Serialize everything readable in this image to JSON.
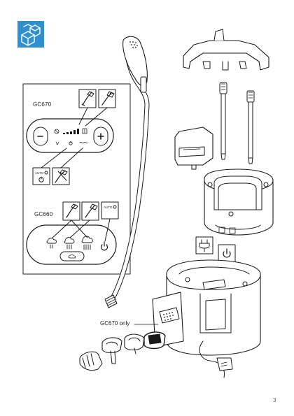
{
  "document": {
    "labels": {
      "gc670_panel": "GC670",
      "gc660_panel": "GC660",
      "gc670_only": "GC670 only"
    },
    "page_number": "3"
  },
  "colors": {
    "section_icon_bg": "#2f8fcf",
    "line_art": "#1a1a1a",
    "panel_outline": "#222222"
  },
  "icons": [
    "cubes-icon",
    "steam-nozzle-icon",
    "brush-icon",
    "plus-icon",
    "minus-icon",
    "power-icon",
    "auto-off-icon",
    "descale-icon",
    "steam-low-icon",
    "steam-mid-icon",
    "steam-high-icon",
    "plug-icon"
  ]
}
